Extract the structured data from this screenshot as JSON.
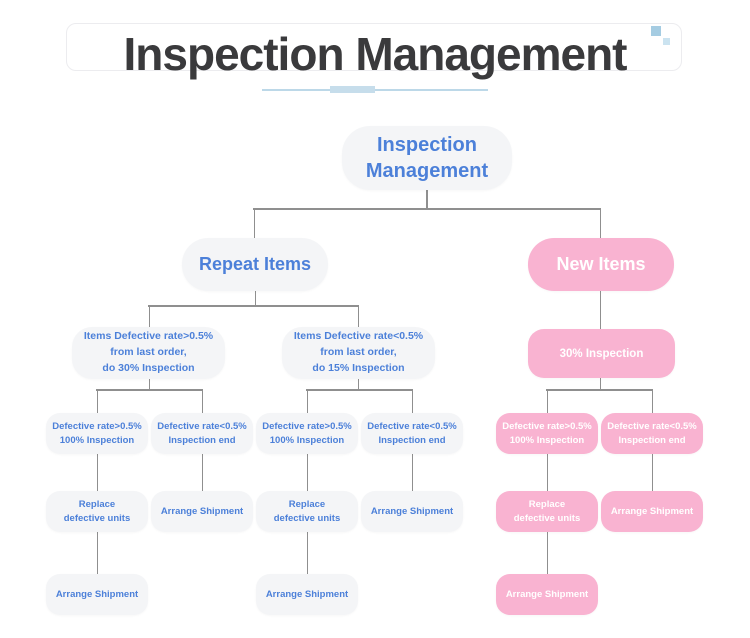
{
  "header": {
    "title": "Inspection Management"
  },
  "colors": {
    "title_text": "#3a3a3c",
    "underline_accent": "#c6ddeb",
    "node_text_blue": "#4c80d9",
    "node_bg_gray": "#f4f5f7",
    "node_bg_pink": "#f9b3d1",
    "node_text_on_pink": "#ffffff",
    "connector_line": "#8f8f8f",
    "decor_square_big": "#a5cce2",
    "decor_square_small": "#cbe3f0"
  },
  "tree": {
    "root": {
      "label": "Inspection\nManagement",
      "children": [
        {
          "label": "Repeat Items",
          "children": [
            {
              "label": "Items Defective rate>0.5%\nfrom last order,\ndo 30% Inspection",
              "children": [
                {
                  "label": "Defective rate>0.5%\n100% Inspection",
                  "children": [
                    {
                      "label": "Replace\ndefective units",
                      "children": [
                        {
                          "label": "Arrange Shipment"
                        }
                      ]
                    }
                  ]
                },
                {
                  "label": "Defective rate<0.5%\nInspection end",
                  "children": [
                    {
                      "label": "Arrange Shipment"
                    }
                  ]
                }
              ]
            },
            {
              "label": "Items Defective rate<0.5%\nfrom last order,\ndo 15% Inspection",
              "children": [
                {
                  "label": "Defective rate>0.5%\n100% Inspection",
                  "children": [
                    {
                      "label": "Replace\ndefective units",
                      "children": [
                        {
                          "label": "Arrange Shipment"
                        }
                      ]
                    }
                  ]
                },
                {
                  "label": "Defective rate<0.5%\nInspection end",
                  "children": [
                    {
                      "label": "Arrange Shipment"
                    }
                  ]
                }
              ]
            }
          ]
        },
        {
          "label": "New Items",
          "children": [
            {
              "label": "30% Inspection",
              "children": [
                {
                  "label": "Defective rate>0.5%\n100% Inspection",
                  "children": [
                    {
                      "label": "Replace\ndefective units",
                      "children": [
                        {
                          "label": "Arrange Shipment"
                        }
                      ]
                    }
                  ]
                },
                {
                  "label": "Defective rate<0.5%\nInspection end",
                  "children": [
                    {
                      "label": "Arrange Shipment"
                    }
                  ]
                }
              ]
            }
          ]
        }
      ]
    }
  }
}
